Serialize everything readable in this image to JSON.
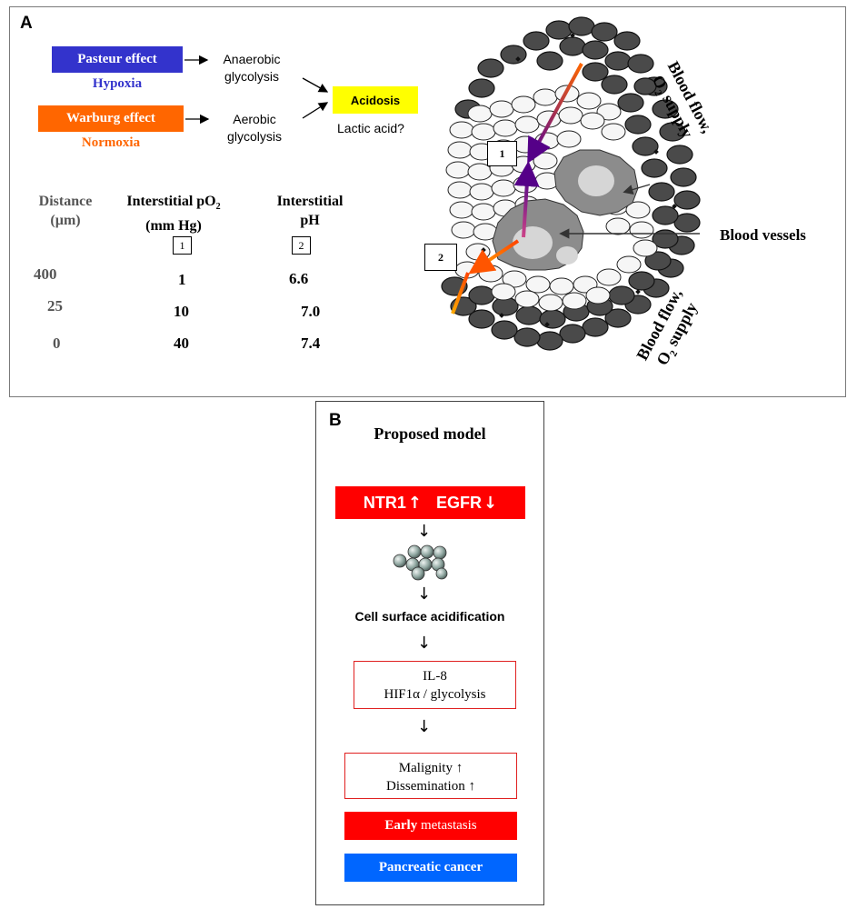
{
  "panel_a": {
    "label": "A",
    "pasteur": {
      "label": "Pasteur effect",
      "sub": "Hypoxia",
      "color": "#3333cc",
      "sub_color": "#3333cc"
    },
    "warburg": {
      "label": "Warburg effect",
      "sub": "Normoxia",
      "color": "#ff6600",
      "sub_color": "#ff6600"
    },
    "anaerobic": [
      "Anaerobic",
      "glycolysis"
    ],
    "aerobic": [
      "Aerobic",
      "glycolysis"
    ],
    "acidosis": {
      "label": "Acidosis",
      "color": "#ffff00"
    },
    "lactic": "Lactic acid?",
    "table": {
      "headers": {
        "distance": [
          "Distance",
          "(µm)"
        ],
        "po2_line1": "Interstitial pO",
        "po2_sub": "2",
        "po2_line2": "(mm Hg)",
        "ph": [
          "Interstitial",
          "pH"
        ]
      },
      "col_markers": [
        "1",
        "2"
      ],
      "rows": [
        {
          "distance": "400",
          "po2": "1",
          "ph": "6.6"
        },
        {
          "distance": "25",
          "po2": "10",
          "ph": "7.0"
        },
        {
          "distance": "0",
          "po2": "40",
          "ph": "7.4"
        }
      ]
    },
    "diagram": {
      "marker_1": "1",
      "marker_2": "2",
      "blood_vessels": "Blood vessels",
      "blood_flow_top": [
        "Blood flow,",
        "O",
        "2",
        " supply"
      ],
      "blood_flow_bottom": [
        "Blood flow,",
        "O",
        "2",
        " supply"
      ]
    }
  },
  "panel_b": {
    "label": "B",
    "title": "Proposed model",
    "ntr1": "NTR1",
    "egfr": "EGFR",
    "up_glyph": "↑",
    "down_glyph": "↓",
    "step_acidification": "Cell surface acidification",
    "box_il8": [
      "IL-8",
      "HIF1α / glycolysis"
    ],
    "box_malignity": [
      "Malignity ↑",
      "Dissemination ↑"
    ],
    "early_bold": "Early",
    "early_rest": " metastasis",
    "pancreatic": "Pancreatic cancer",
    "colors": {
      "red": "#ff0000",
      "blue": "#0066ff"
    }
  }
}
